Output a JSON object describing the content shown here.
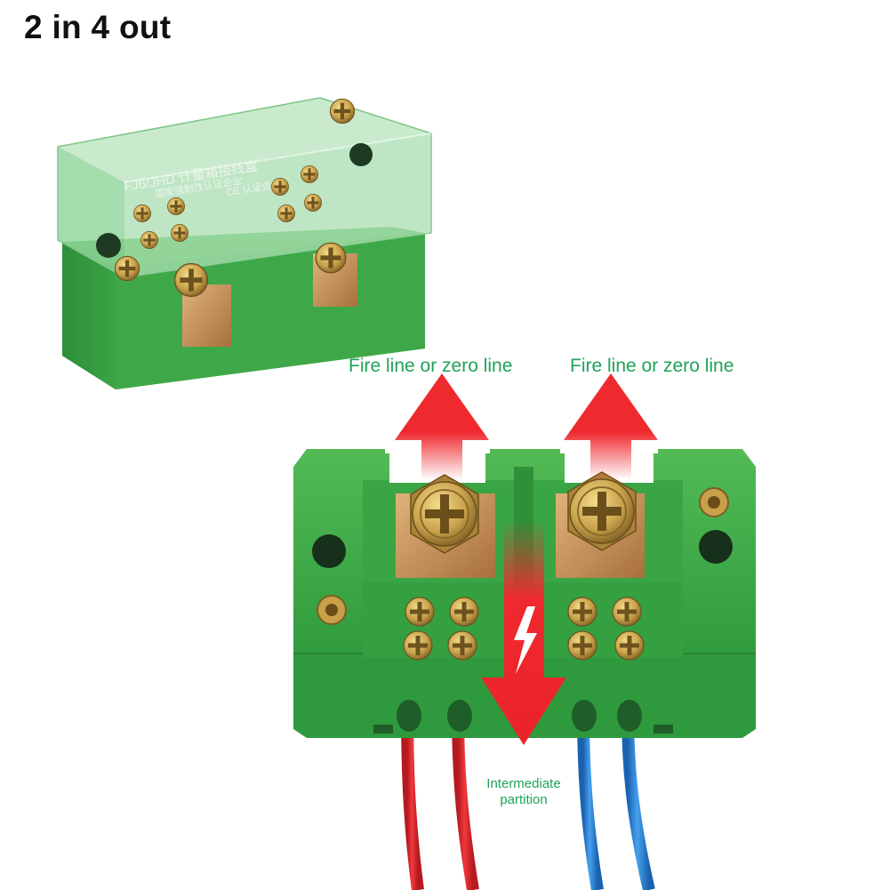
{
  "title": "2 in 4 out",
  "labels": {
    "output_left": "Fire line or zero line",
    "output_right": "Fire line or zero line",
    "partition_line1": "Intermediate",
    "partition_line2": "partition"
  },
  "cover_text": {
    "model": "FJ6/JHD 计量箱接线盒",
    "line2": "国家强制性认证企业",
    "line3": "CE 认证企业"
  },
  "colors": {
    "box_green": "#3dac4a",
    "box_green_dark": "#2a8a36",
    "label_green": "#1fa25a",
    "arrow_red": "#e8222a",
    "wire_red": "#e3262c",
    "wire_blue": "#2d86d8",
    "brass": "#c8a04a",
    "copper": "#c08850"
  },
  "icons": [
    "lightning-icon",
    "up-arrow-icon",
    "down-arrow-icon",
    "screw-icon"
  ]
}
